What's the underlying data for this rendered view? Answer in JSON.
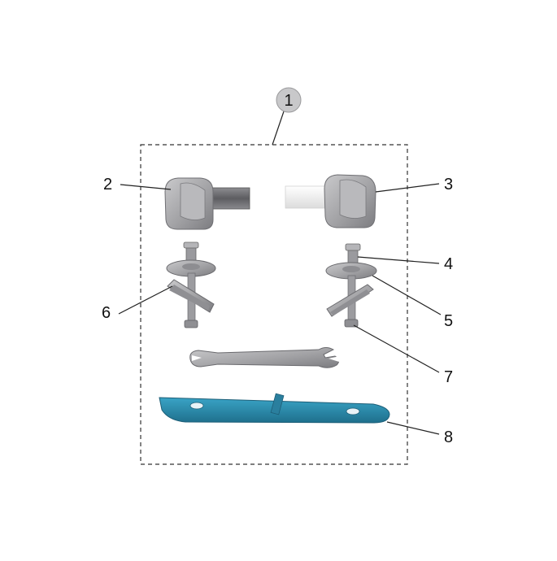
{
  "diagram": {
    "assembly_badge": "1",
    "callouts": {
      "hinge_left": "2",
      "hinge_right": "3",
      "bolt_top": "4",
      "washer": "5",
      "expander_left": "6",
      "nut": "7",
      "plate": "8"
    },
    "colors": {
      "part_grey": "#a9a9ab",
      "part_dark": "#7f7f82",
      "plate_blue": "#2f8fb0",
      "plate_dark": "#1f6b86",
      "badge_fill": "#c8c8ca",
      "leader": "#222222"
    }
  }
}
